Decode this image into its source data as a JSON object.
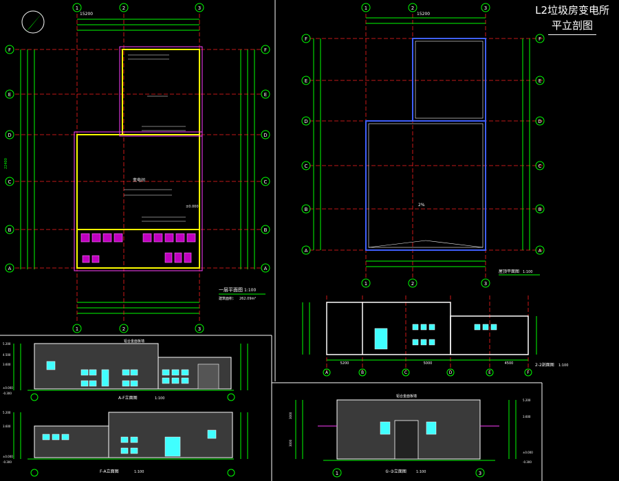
{
  "title": {
    "line1": "L2垃圾房变电所",
    "line2": "平立剖图"
  },
  "plan1": {
    "caption": "一层平面图",
    "scale": "1:100",
    "area_label": "建筑面积：",
    "area_value": "262.09m²",
    "grid_cols": [
      "1",
      "2",
      "3"
    ],
    "grid_rows": [
      "F",
      "E",
      "D",
      "C",
      "B",
      "A"
    ],
    "dim_total_h": "15200",
    "dim_total_v": "22400",
    "level": "±0.000",
    "room_hall": "变电间"
  },
  "plan_roof": {
    "caption": "屋顶平面图",
    "scale": "1:100",
    "grid_cols": [
      "1",
      "2",
      "3"
    ],
    "grid_rows": [
      "F",
      "E",
      "D",
      "C",
      "B",
      "A"
    ],
    "dim_total_h": "15200",
    "slope_pct": "2%"
  },
  "section": {
    "caption": "2-2剖面图",
    "scale": "1:100",
    "grid_axes": [
      "A",
      "B",
      "C",
      "D",
      "E",
      "F"
    ],
    "dims": [
      "5200",
      "5000",
      "4500"
    ]
  },
  "elev_a": {
    "caption": "A-F立面图",
    "scale": "1:100",
    "label_top": "铝合金面板墙",
    "levels": [
      "5.200",
      "4.500",
      "3.600",
      "±0.000",
      "-0.300"
    ]
  },
  "elev_f": {
    "caption": "F-A立面图",
    "scale": "1:100",
    "levels": [
      "5.200",
      "3.600",
      "±0.000",
      "-0.300"
    ]
  },
  "elev_13": {
    "caption": "①-③立面图",
    "scale": "1:100",
    "label_top": "铝合金面板墙",
    "levels": [
      "5.200",
      "3.600",
      "±0.000",
      "-0.300"
    ],
    "dims": [
      "3000",
      "3000"
    ],
    "axes": [
      "1",
      "3"
    ]
  }
}
